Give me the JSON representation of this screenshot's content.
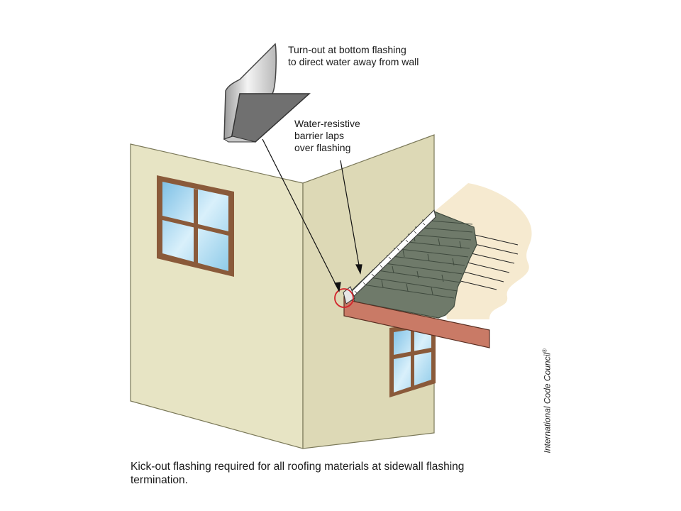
{
  "callouts": {
    "turnout": {
      "line1": "Turn-out at bottom flashing",
      "line2": "to direct water away from wall"
    },
    "wrb": {
      "line1": "Water-resistive",
      "line2": "barrier laps",
      "line3": "over flashing"
    }
  },
  "caption": {
    "line1": "Kick-out flashing required for all roofing materials at sidewall flashing",
    "line2": "termination."
  },
  "credit": {
    "text": "International Code Council",
    "mark": "®"
  },
  "colors": {
    "wall_left": "#e7e4c4",
    "wall_right": "#ddd9b6",
    "wall_outline": "#7a7858",
    "window_frame": "#8a5a3a",
    "glass": "#a9d6ef",
    "shingle": "#6f7a6a",
    "shingle_dark": "#3f4a3e",
    "fascia": "#c97a66",
    "roof_cream": "#f6ead0",
    "highlight_circle": "#d2232a"
  }
}
